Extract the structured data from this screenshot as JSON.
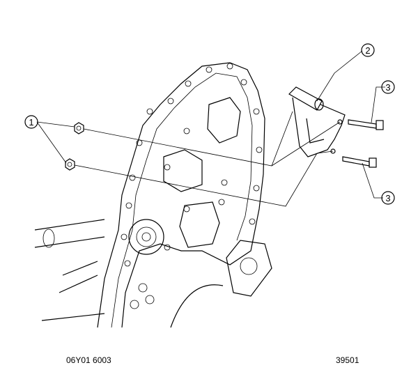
{
  "callouts": [
    {
      "id": "1",
      "label": "1"
    },
    {
      "id": "2",
      "label": "2"
    },
    {
      "id": "3a",
      "label": "3"
    },
    {
      "id": "3b",
      "label": "3"
    }
  ],
  "figure_code": "06Y01 6003",
  "figure_number": "39501"
}
